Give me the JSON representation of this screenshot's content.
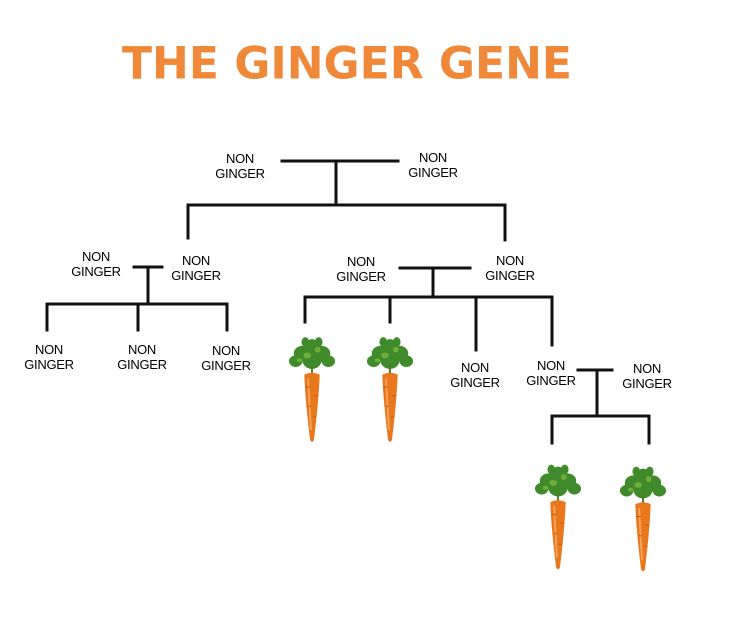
{
  "title": "THE GINGER GENE",
  "node_label": {
    "line1": "NON",
    "line2": "GINGER"
  },
  "colors": {
    "title": "#f0883a",
    "line": "#111111",
    "carrot": "#e8771e",
    "leaves": "#3f8a2a"
  },
  "carrot_icon": "carrot-icon"
}
